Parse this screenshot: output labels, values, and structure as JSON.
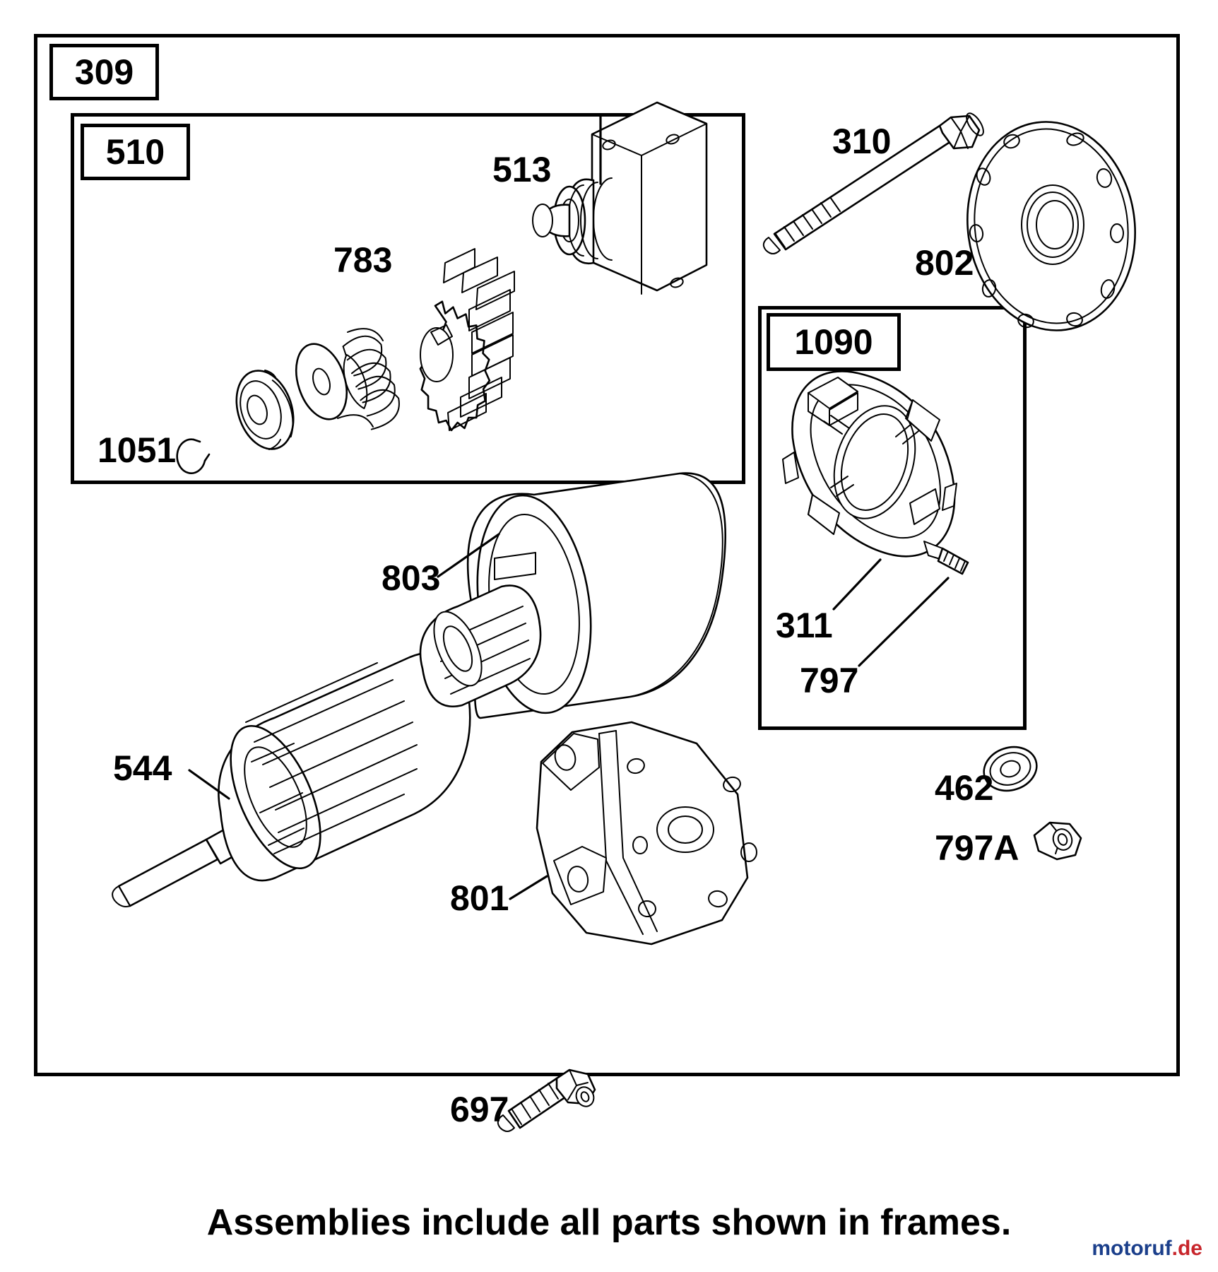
{
  "diagram": {
    "title_caption": "Assemblies include all parts shown in frames.",
    "watermark": {
      "name": "motoruf",
      "tld": ".de"
    },
    "frames": [
      {
        "id": "309",
        "label": "309",
        "role": "outer-assembly-frame"
      },
      {
        "id": "510",
        "label": "510",
        "role": "starter-drive-assembly-frame"
      },
      {
        "id": "1090",
        "label": "1090",
        "role": "end-cap-brush-assembly-frame"
      }
    ],
    "callouts": [
      {
        "id": "513",
        "label": "513",
        "part": "drive-clutch-housing"
      },
      {
        "id": "783",
        "label": "783",
        "part": "pinion-gear"
      },
      {
        "id": "1051",
        "label": "1051",
        "part": "retaining-ring"
      },
      {
        "id": "310",
        "label": "310",
        "part": "through-bolt"
      },
      {
        "id": "802",
        "label": "802",
        "part": "end-plate"
      },
      {
        "id": "803",
        "label": "803",
        "part": "motor-housing"
      },
      {
        "id": "544",
        "label": "544",
        "part": "armature"
      },
      {
        "id": "801",
        "label": "801",
        "part": "drive-end-cap"
      },
      {
        "id": "311",
        "label": "311",
        "part": "brush-holder-assembly"
      },
      {
        "id": "797",
        "label": "797",
        "part": "terminal-stud"
      },
      {
        "id": "462",
        "label": "462",
        "part": "washer"
      },
      {
        "id": "797A",
        "label": "797A",
        "part": "hex-nut"
      },
      {
        "id": "697",
        "label": "697",
        "part": "mounting-screw"
      }
    ],
    "colors": {
      "line": "#000000",
      "background": "#ffffff",
      "watermark_name": "#1b3f8b",
      "watermark_tld": "#c8262c"
    }
  }
}
